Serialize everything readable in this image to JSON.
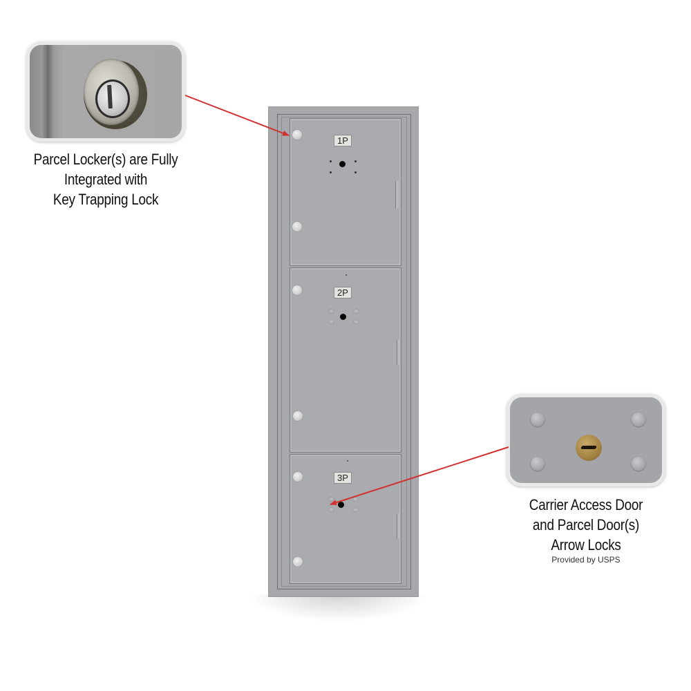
{
  "callouts": [
    {
      "id": "key-trapping-lock",
      "lines": [
        "Parcel Locker(s) are Fully",
        "Integrated with",
        "Key Trapping Lock"
      ],
      "photo_subject": "key-trapping-lock-cylinder"
    },
    {
      "id": "arrow-locks",
      "lines": [
        "Carrier Access Door",
        "and Parcel Door(s)",
        "Arrow Locks"
      ],
      "subtext": "Provided by USPS",
      "photo_subject": "brass-arrow-lock"
    }
  ],
  "unit": {
    "doors": [
      {
        "label": "1P"
      },
      {
        "label": "2P"
      },
      {
        "label": "3P"
      }
    ],
    "color": "#a7a8ab"
  },
  "colors": {
    "arrow": "#d32f2f",
    "frame_border": "#e9e9e9",
    "text": "#111111"
  }
}
